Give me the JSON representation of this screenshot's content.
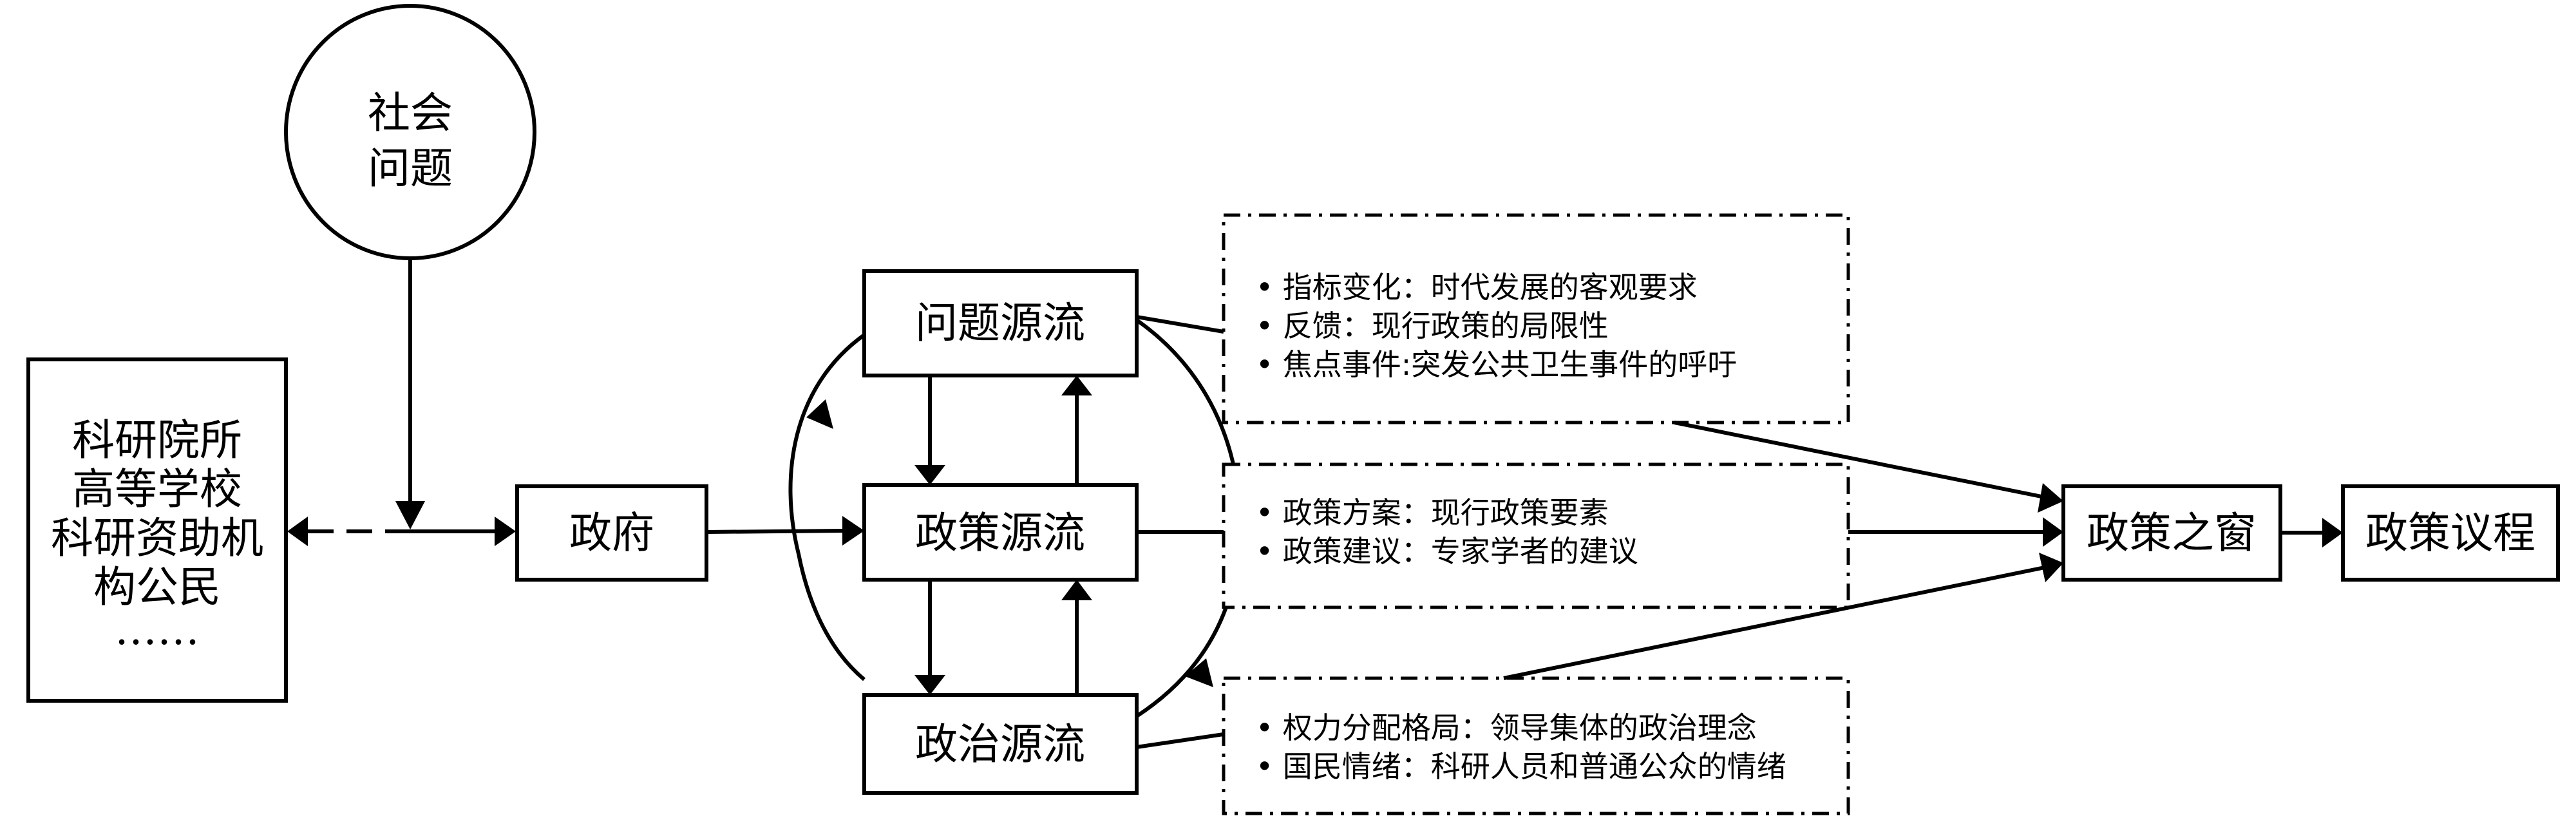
{
  "diagram": {
    "social_problem": {
      "lines": [
        "社会",
        "问题"
      ]
    },
    "actors": {
      "lines": [
        "科研院所",
        "高等学校",
        "科研资助机",
        "构公民",
        "……"
      ]
    },
    "government": {
      "label": "政府"
    },
    "streams": [
      {
        "label": "问题源流"
      },
      {
        "label": "政策源流"
      },
      {
        "label": "政治源流"
      }
    ],
    "details": [
      {
        "bullets": [
          "指标变化：时代发展的客观要求",
          "反馈：现行政策的局限性",
          "焦点事件:突发公共卫生事件的呼吁"
        ]
      },
      {
        "bullets": [
          "政策方案：现行政策要素",
          "政策建议：专家学者的建议"
        ]
      },
      {
        "bullets": [
          "权力分配格局：领导集体的政治理念",
          "国民情绪：科研人员和普通公众的情绪"
        ]
      }
    ],
    "policy_window": {
      "label": "政策之窗"
    },
    "policy_agenda": {
      "label": "政策议程"
    },
    "bullet_symbol": "•"
  }
}
